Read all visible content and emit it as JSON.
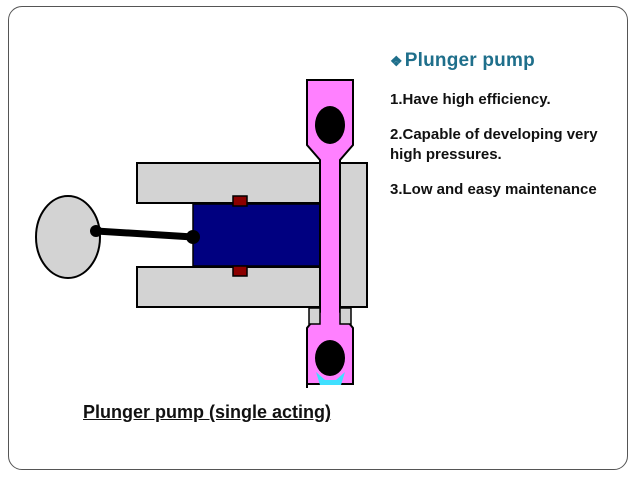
{
  "slide": {
    "heading_bullet": "❖",
    "heading": "Plunger pump",
    "points": [
      "1.Have high efficiency.",
      "2.Capable of developing very high pressures.",
      "3.Low and easy maintenance"
    ],
    "caption": "Plunger pump (single acting)"
  },
  "colors": {
    "casing": "#d3d3d3",
    "plunger": "#000080",
    "packing": "#8b0000",
    "fluid_channel": "#ff80ff",
    "valve_ball": "#000000",
    "fluid_inlet": "#40e0ff",
    "heading": "#1f6f8b"
  }
}
